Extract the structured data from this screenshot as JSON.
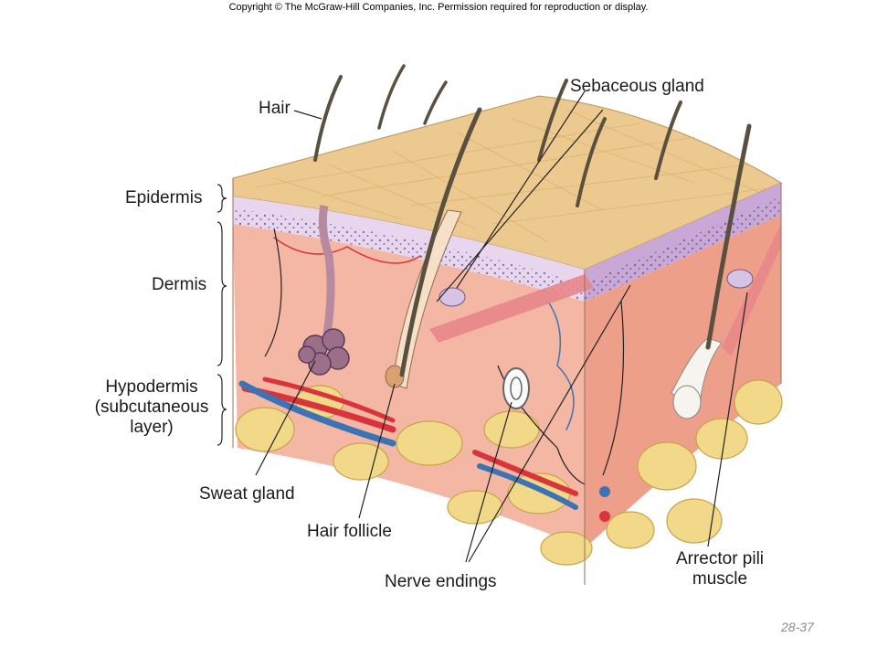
{
  "copyright": "Copyright © The McGraw-Hill Companies, Inc. Permission required for reproduction or display.",
  "labels": {
    "hair": "Hair",
    "sebaceous_gland": "Sebaceous gland",
    "epidermis": "Epidermis",
    "dermis": "Dermis",
    "hypodermis_line1": "Hypodermis",
    "hypodermis_line2": "(subcutaneous",
    "hypodermis_line3": "layer)",
    "sweat_gland": "Sweat gland",
    "hair_follicle": "Hair follicle",
    "nerve_endings": "Nerve endings",
    "arrector_line1": "Arrector pili",
    "arrector_line2": "muscle"
  },
  "page_number": "28-37",
  "colors": {
    "skin_surface": "#ecc98f",
    "epidermis": "#e8d6ee",
    "dermis": "#f3b7a4",
    "fat": "#f2d98a",
    "artery": "#d9343b",
    "vein": "#3b73b4",
    "hair": "#5a5040"
  }
}
